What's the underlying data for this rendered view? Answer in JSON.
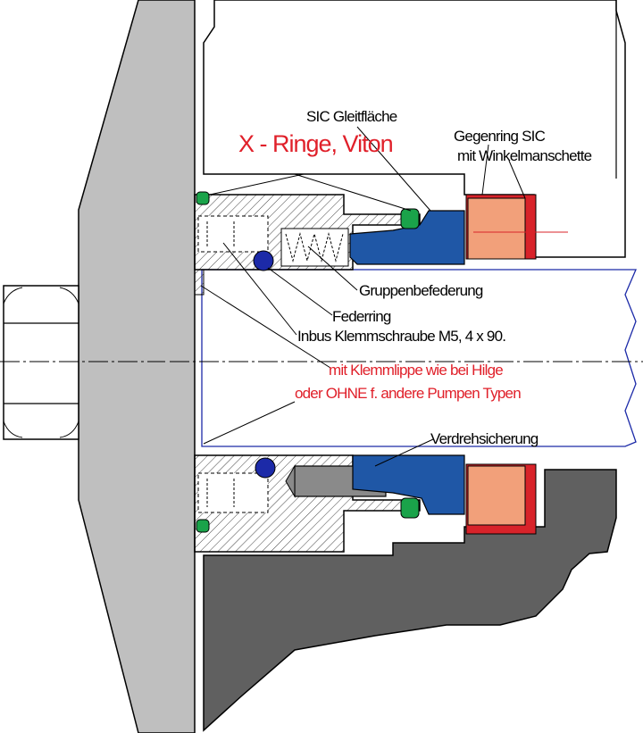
{
  "labels": {
    "x_ringe": "X - Ringe, Viton",
    "sic_gleitflaeche": "SIC Gleitfläche",
    "gegenring_line1": "Gegenring SIC",
    "gegenring_line2": "mit Winkelmanschette",
    "gruppenbefederung": "Gruppenbefederung",
    "federring": "Federring",
    "inbus": "Inbus Klemmschraube M5, 4 x 90.",
    "note_line1": "mit Klemmlippe wie bei Hilge",
    "note_line2": "oder OHNE  f. andere Pumpen Typen",
    "verdrehsicherung": "Verdrehsicherung"
  },
  "colors": {
    "x_ring": "#1aa34a",
    "federring": "#1c2aa8",
    "seal_body": "#1f57a6",
    "gegenring_ceramic": "#f2a07a",
    "winkelmanschette": "#d8232a",
    "housing": "#606060",
    "pin": "#8a8a8a",
    "annotation_red": "#e0202a",
    "shaft_outline": "#1c2aa8",
    "flange": "#bfbfbf"
  }
}
